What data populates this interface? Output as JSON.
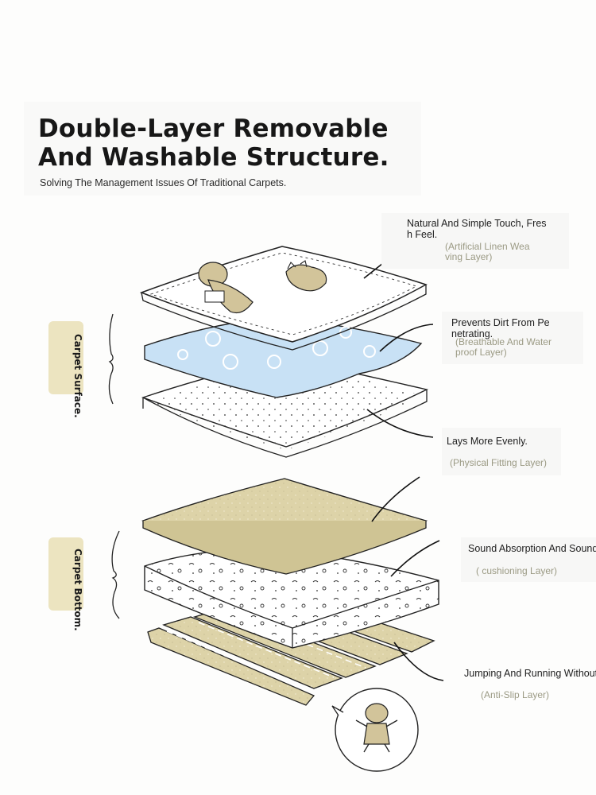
{
  "heading": {
    "line1": "Double-Layer Removable",
    "line2": "And Washable Structure.",
    "subtitle": "Solving The Management Issues Of Traditional Carpets."
  },
  "groups": {
    "surface": "Carpet Surface.",
    "bottom": "Carpet Bottom."
  },
  "layers": [
    {
      "main_1": "Natural And Simple Touch, Fres",
      "main_2": "h Feel.",
      "sub_1": "(Artificial Linen Wea",
      "sub_2": "ving Layer)"
    },
    {
      "main_1": "Prevents Dirt From Pe",
      "main_2": "netrating.",
      "sub_1": "(Breathable And Water",
      "sub_2": "proof Layer)"
    },
    {
      "main_1": "Lays More Evenly.",
      "sub_1": "(Physical Fitting Layer)"
    },
    {
      "main_1": "Sound Absorption And Sound",
      "sub_1": "( cushioning Layer)"
    },
    {
      "main_1": "Jumping And Running Without",
      "sub_1": "(Anti-Slip Layer)"
    }
  ],
  "colors": {
    "linen": "#ddd3a8",
    "waterproof": "#c8e1f5",
    "tag": "#ece4c0",
    "ink": "#1b1b1b"
  }
}
